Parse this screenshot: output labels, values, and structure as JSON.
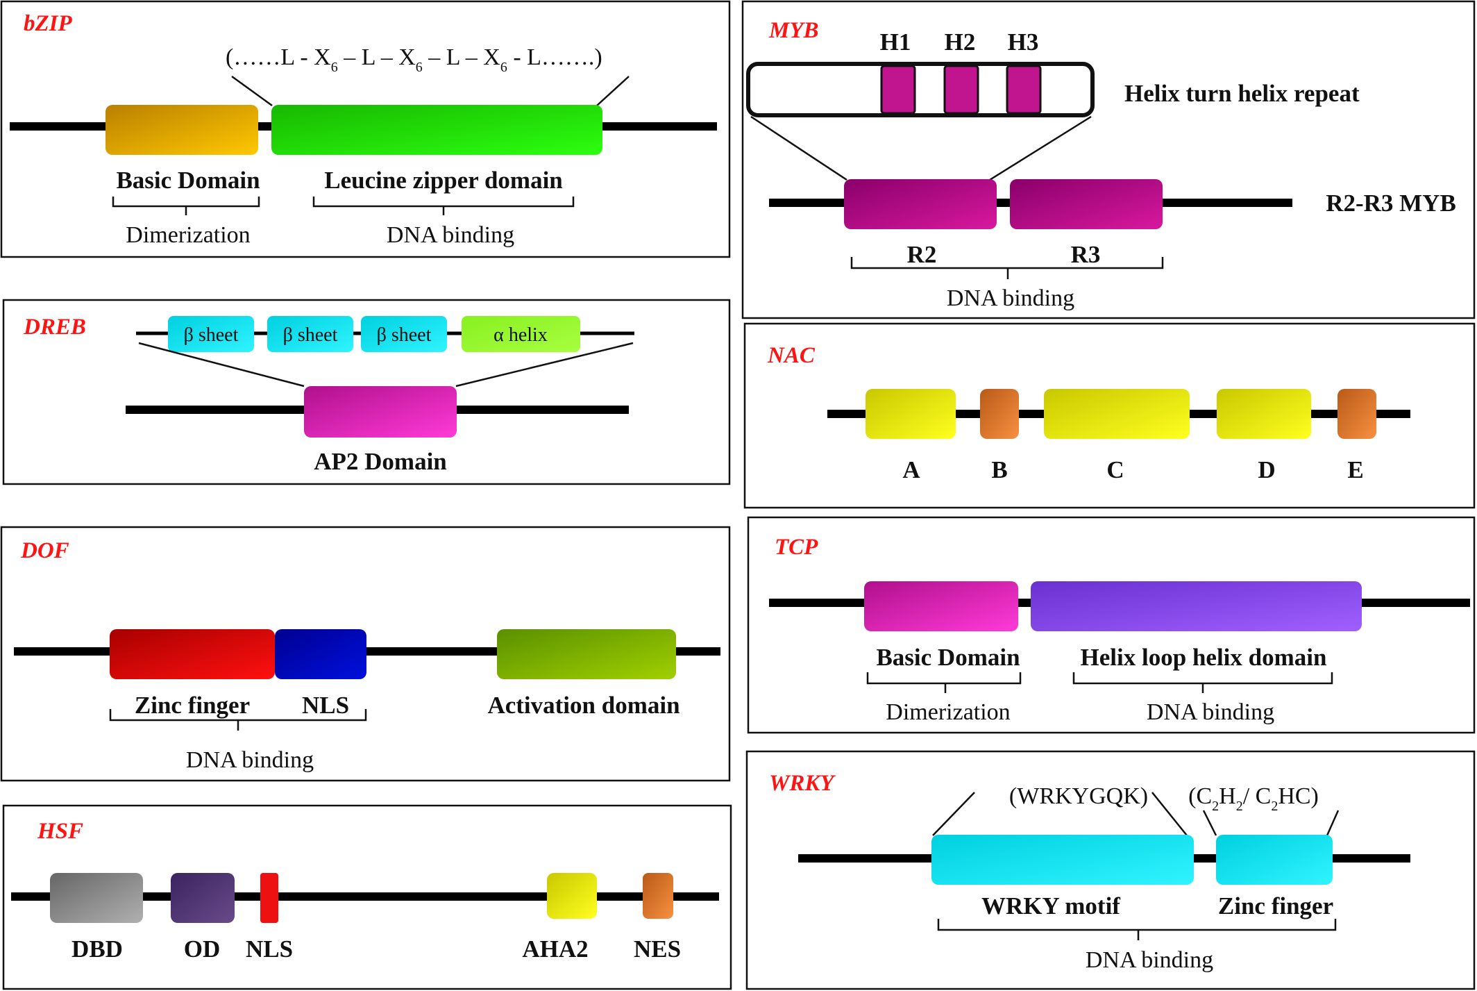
{
  "bzip": {
    "title": "bZIP",
    "motif_prefix": "(……L - X",
    "motif_s1": "6",
    "motif_mid1": " – L – X",
    "motif_s2": "6",
    "motif_mid2": " – L – X",
    "motif_s3": "6",
    "motif_suffix": " - L…….)",
    "basic_domain": "Basic Domain",
    "leucine_zipper": "Leucine zipper domain",
    "dimerization": "Dimerization",
    "dna_binding": "DNA binding",
    "colors": {
      "basic": "#e6a800",
      "leucine": "#22dd00"
    }
  },
  "dreb": {
    "title": "DREB",
    "beta1": "β sheet",
    "beta2": "β sheet",
    "beta3": "β sheet",
    "alpha": "α helix",
    "ap2": "AP2 Domain",
    "colors": {
      "beta": "#22eeff",
      "alpha": "#99ff33",
      "ap2": "#e233c8"
    }
  },
  "dof": {
    "title": "DOF",
    "zinc_finger": "Zinc finger",
    "nls": "NLS",
    "activation": "Activation domain",
    "dna_binding": "DNA binding",
    "colors": {
      "zinc": "#ee0000",
      "nls": "#0000cc",
      "activation": "#88bb00"
    }
  },
  "hsf": {
    "title": "HSF",
    "dbd": "DBD",
    "od": "OD",
    "nls": "NLS",
    "aha2": "AHA2",
    "nes": "NES",
    "colors": {
      "dbd": "#888888",
      "od": "#4b3470",
      "nls": "#ee1111",
      "aha2": "#e8e640",
      "nes": "#e07a2a"
    }
  },
  "myb": {
    "title": "MYB",
    "h1": "H1",
    "h2": "H2",
    "h3": "H3",
    "helix_turn": "Helix turn helix repeat",
    "r2r3_myb": "R2-R3 MYB",
    "r2": "R2",
    "r3": "R3",
    "dna_binding": "DNA binding",
    "colors": {
      "repeat": "#c0158f"
    }
  },
  "nac": {
    "title": "NAC",
    "a": "A",
    "b": "B",
    "c": "C",
    "d": "D",
    "e": "E",
    "colors": {
      "yellow": "#ecec00",
      "orange": "#e07a2a"
    }
  },
  "tcp": {
    "title": "TCP",
    "basic_domain": "Basic Domain",
    "hlh": "Helix loop helix domain",
    "dimerization": "Dimerization",
    "dna_binding": "DNA binding",
    "colors": {
      "basic": "#ee33cc",
      "hlh": "#8a4fe8"
    }
  },
  "wrky": {
    "title": "WRKY",
    "motif": "(WRKYGQK)",
    "zf_prefix": "(C",
    "zf_s1": "2",
    "zf_h": "H",
    "zf_s2": "2",
    "zf_mid": "/ C",
    "zf_s3": "2",
    "zf_suffix": "HC)",
    "wrky_motif": "WRKY motif",
    "zinc_finger": "Zinc finger",
    "dna_binding": "DNA binding",
    "colors": {
      "cyan": "#11e0e6"
    }
  }
}
